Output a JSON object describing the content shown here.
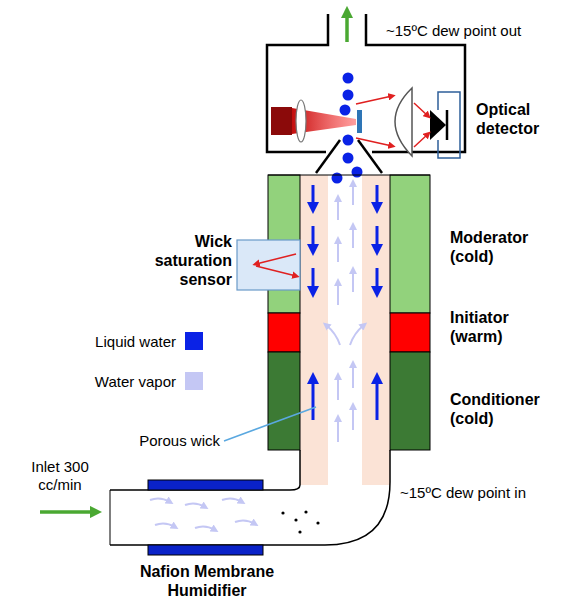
{
  "diagram": {
    "labels": [
      "~15ºC dew point out",
      "Optical detector",
      "Wick saturation sensor",
      "Moderator (cold)",
      "Initiator (warm)",
      "Conditioner (cold)",
      "Porous wick",
      "Inlet 300 cc/min",
      "~15ºC dew point in",
      "Nafion Membrane Humidifier"
    ],
    "legend": [
      {
        "text": "Liquid water",
        "color": "#0a22e6"
      },
      {
        "text": "Water vapor",
        "color": "#c4c7f4"
      }
    ]
  }
}
